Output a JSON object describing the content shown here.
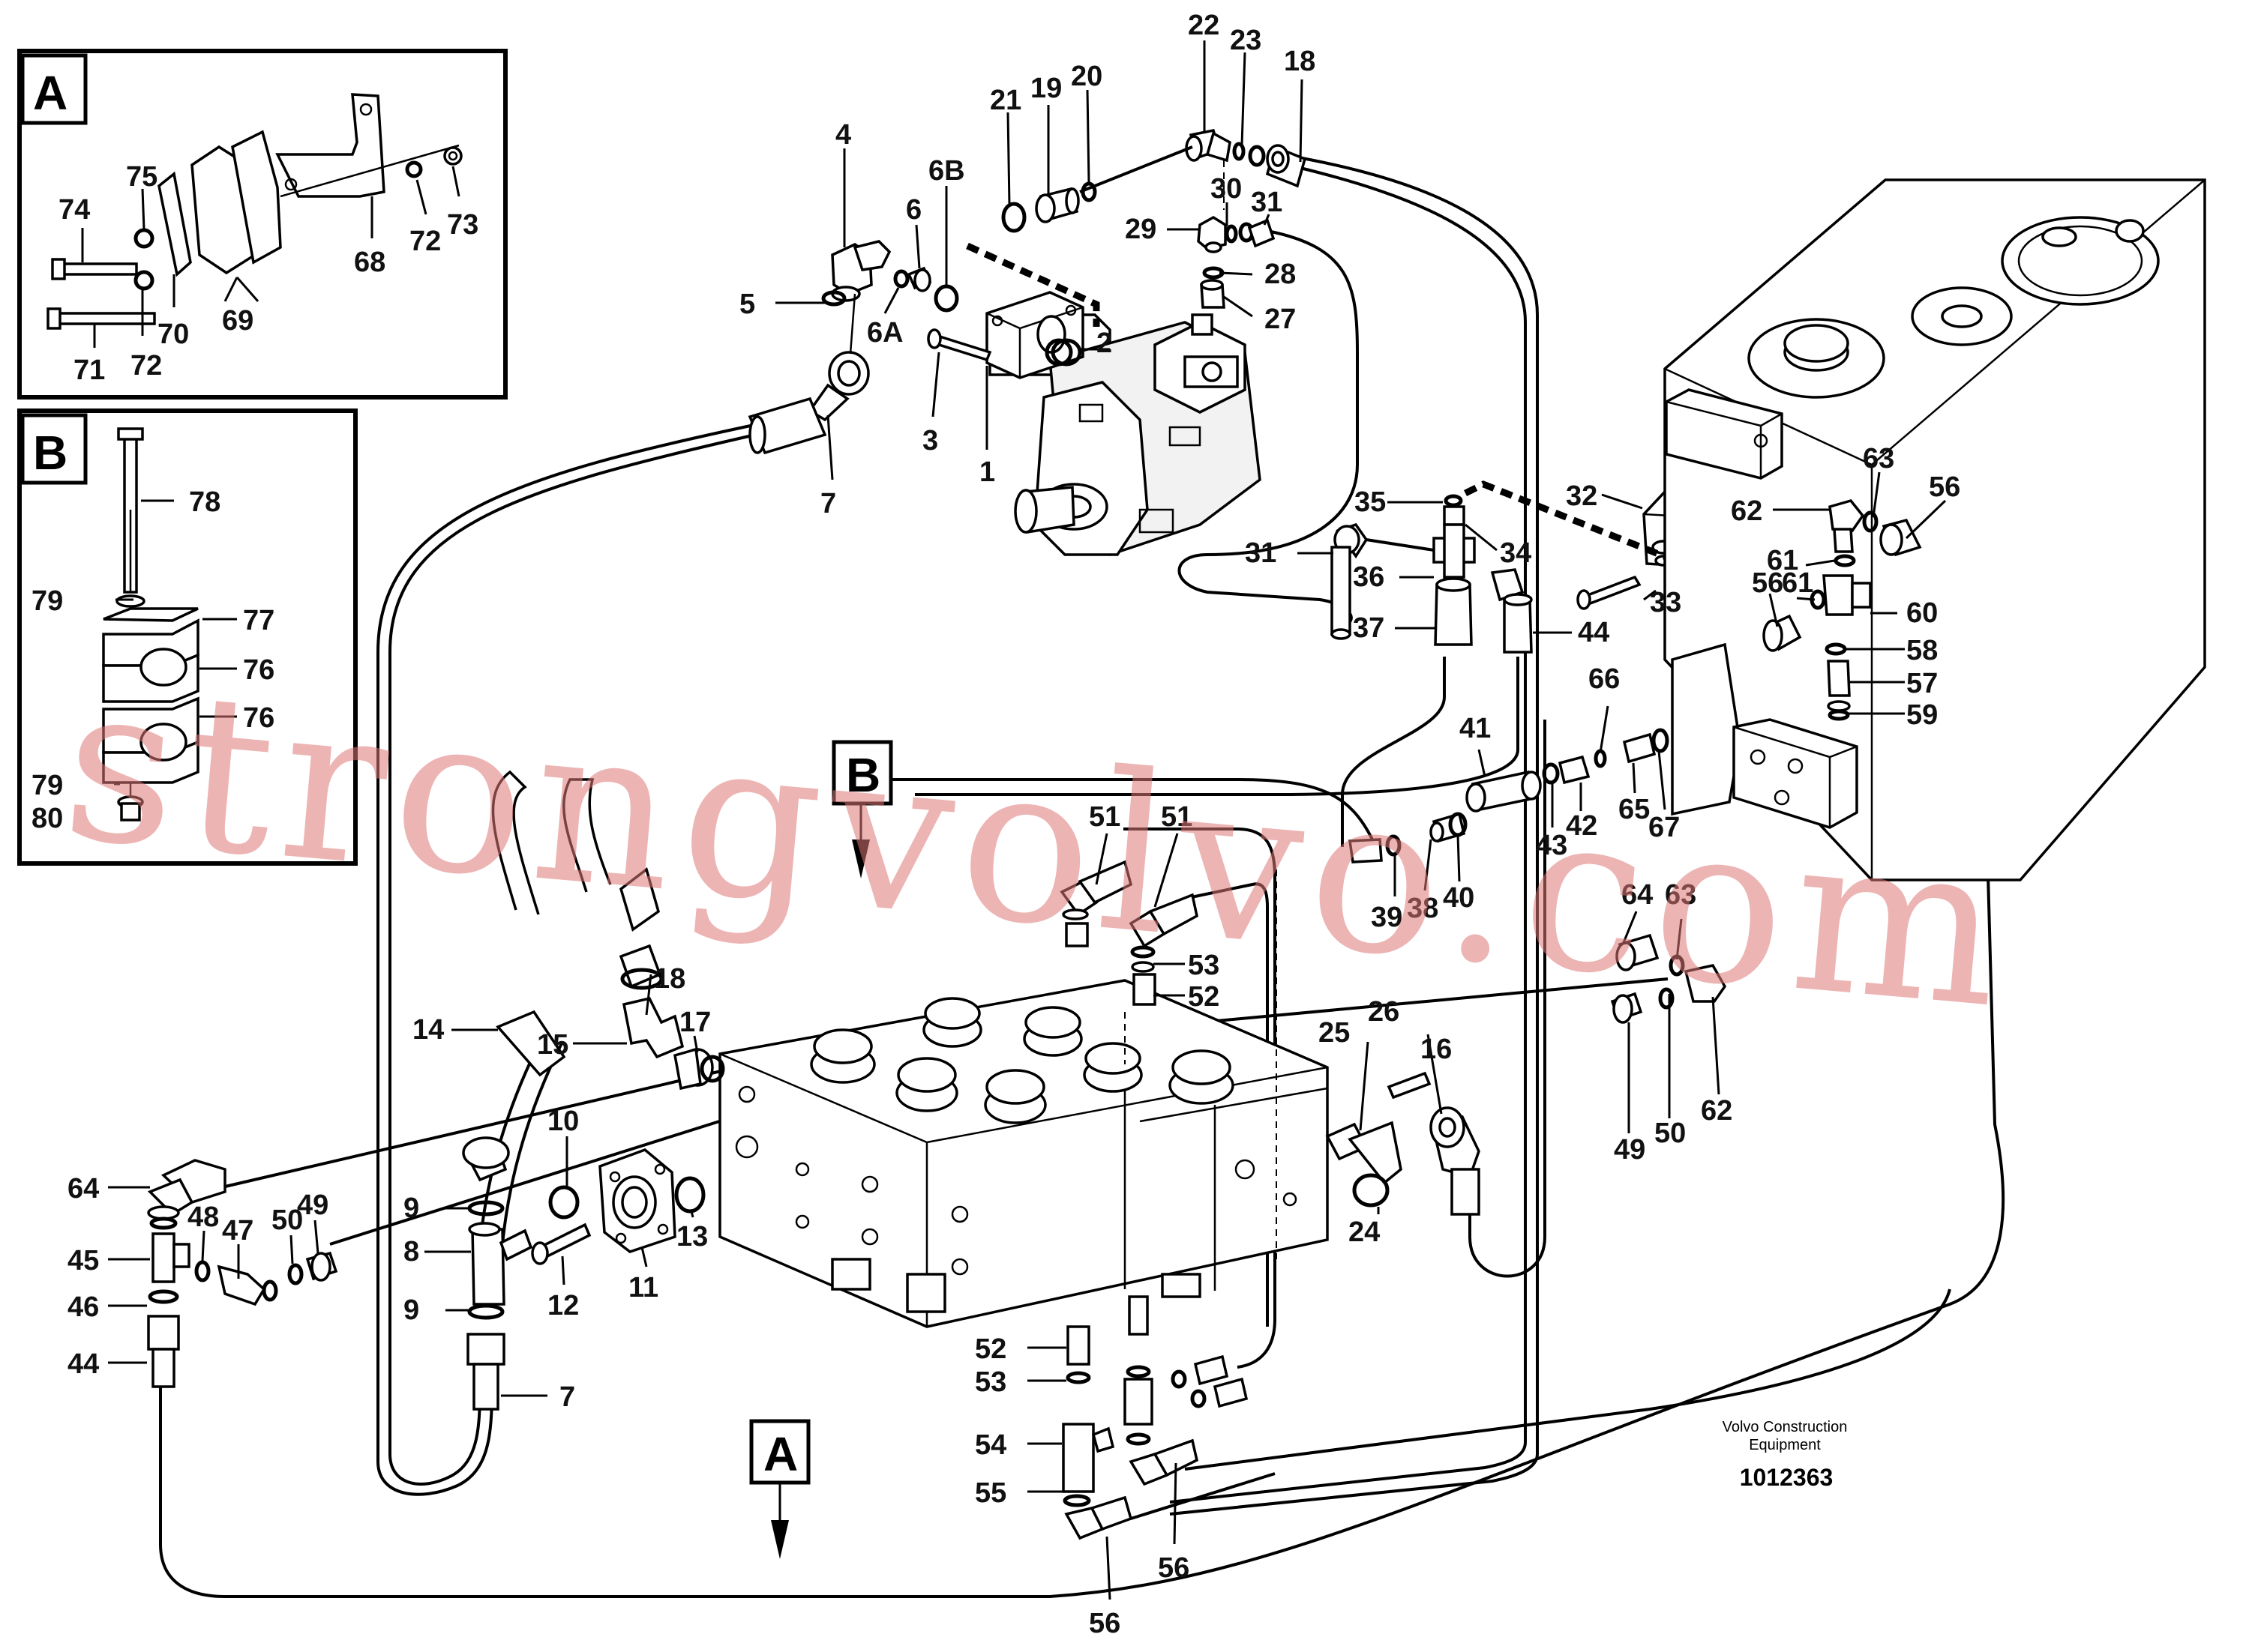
{
  "diagram": {
    "inset_a_letter": "A",
    "inset_b_letter": "B",
    "view_marker_a": "A",
    "view_marker_b": "B",
    "credit_line1": "Volvo Construction",
    "credit_line2": "Equipment",
    "drawing_number": "1012363",
    "watermark": "strongvolvo.com",
    "labels": [
      {
        "id": "l74",
        "text": "74"
      },
      {
        "id": "l75",
        "text": "75"
      },
      {
        "id": "l70",
        "text": "70"
      },
      {
        "id": "l69",
        "text": "69"
      },
      {
        "id": "l68",
        "text": "68"
      },
      {
        "id": "l72a",
        "text": "72"
      },
      {
        "id": "l73",
        "text": "73"
      },
      {
        "id": "l71",
        "text": "71"
      },
      {
        "id": "l72b",
        "text": "72"
      },
      {
        "id": "l78",
        "text": "78"
      },
      {
        "id": "l79a",
        "text": "79"
      },
      {
        "id": "l77",
        "text": "77"
      },
      {
        "id": "l76a",
        "text": "76"
      },
      {
        "id": "l76b",
        "text": "76"
      },
      {
        "id": "l79b",
        "text": "79"
      },
      {
        "id": "l80",
        "text": "80"
      },
      {
        "id": "l4",
        "text": "4"
      },
      {
        "id": "l5",
        "text": "5"
      },
      {
        "id": "l6A",
        "text": "6A"
      },
      {
        "id": "l6",
        "text": "6"
      },
      {
        "id": "l6B",
        "text": "6B"
      },
      {
        "id": "l3",
        "text": "3"
      },
      {
        "id": "l1",
        "text": "1"
      },
      {
        "id": "l2",
        "text": "2"
      },
      {
        "id": "l7a",
        "text": "7"
      },
      {
        "id": "l21",
        "text": "21"
      },
      {
        "id": "l19",
        "text": "19"
      },
      {
        "id": "l20",
        "text": "20"
      },
      {
        "id": "l22",
        "text": "22"
      },
      {
        "id": "l23",
        "text": "23"
      },
      {
        "id": "l18a",
        "text": "18"
      },
      {
        "id": "l30",
        "text": "30"
      },
      {
        "id": "l31a",
        "text": "31"
      },
      {
        "id": "l29",
        "text": "29"
      },
      {
        "id": "l28",
        "text": "28"
      },
      {
        "id": "l27",
        "text": "27"
      },
      {
        "id": "l35",
        "text": "35"
      },
      {
        "id": "l34",
        "text": "34"
      },
      {
        "id": "l31b",
        "text": "31"
      },
      {
        "id": "l36",
        "text": "36"
      },
      {
        "id": "l37",
        "text": "37"
      },
      {
        "id": "l44a",
        "text": "44"
      },
      {
        "id": "l32",
        "text": "32"
      },
      {
        "id": "l33",
        "text": "33"
      },
      {
        "id": "l63a",
        "text": "63"
      },
      {
        "id": "l56a",
        "text": "56"
      },
      {
        "id": "l62a",
        "text": "62"
      },
      {
        "id": "l61a",
        "text": "61"
      },
      {
        "id": "l56b",
        "text": "56"
      },
      {
        "id": "l61b",
        "text": "61"
      },
      {
        "id": "l60",
        "text": "60"
      },
      {
        "id": "l58",
        "text": "58"
      },
      {
        "id": "l57",
        "text": "57"
      },
      {
        "id": "l59",
        "text": "59"
      },
      {
        "id": "l66",
        "text": "66"
      },
      {
        "id": "l41",
        "text": "41"
      },
      {
        "id": "l43",
        "text": "43"
      },
      {
        "id": "l42",
        "text": "42"
      },
      {
        "id": "l65",
        "text": "65"
      },
      {
        "id": "l67",
        "text": "67"
      },
      {
        "id": "l39",
        "text": "39"
      },
      {
        "id": "l38",
        "text": "38"
      },
      {
        "id": "l40",
        "text": "40"
      },
      {
        "id": "l51a",
        "text": "51"
      },
      {
        "id": "l51b",
        "text": "51"
      },
      {
        "id": "l53a",
        "text": "53"
      },
      {
        "id": "l52a",
        "text": "52"
      },
      {
        "id": "l64a",
        "text": "64"
      },
      {
        "id": "l63b",
        "text": "63"
      },
      {
        "id": "l62b",
        "text": "62"
      },
      {
        "id": "l49a",
        "text": "49"
      },
      {
        "id": "l50a",
        "text": "50"
      },
      {
        "id": "l18b",
        "text": "18"
      },
      {
        "id": "l17",
        "text": "17"
      },
      {
        "id": "l14",
        "text": "14"
      },
      {
        "id": "l15",
        "text": "15"
      },
      {
        "id": "l10",
        "text": "10"
      },
      {
        "id": "l9a",
        "text": "9"
      },
      {
        "id": "l8",
        "text": "8"
      },
      {
        "id": "l9b",
        "text": "9"
      },
      {
        "id": "l7b",
        "text": "7"
      },
      {
        "id": "l12",
        "text": "12"
      },
      {
        "id": "l11",
        "text": "11"
      },
      {
        "id": "l13",
        "text": "13"
      },
      {
        "id": "l25",
        "text": "25"
      },
      {
        "id": "l26",
        "text": "26"
      },
      {
        "id": "l16",
        "text": "16"
      },
      {
        "id": "l24",
        "text": "24"
      },
      {
        "id": "l64b",
        "text": "64"
      },
      {
        "id": "l48",
        "text": "48"
      },
      {
        "id": "l47",
        "text": "47"
      },
      {
        "id": "l50b",
        "text": "50"
      },
      {
        "id": "l49b",
        "text": "49"
      },
      {
        "id": "l45",
        "text": "45"
      },
      {
        "id": "l46",
        "text": "46"
      },
      {
        "id": "l44b",
        "text": "44"
      },
      {
        "id": "l52b",
        "text": "52"
      },
      {
        "id": "l53b",
        "text": "53"
      },
      {
        "id": "l54",
        "text": "54"
      },
      {
        "id": "l55",
        "text": "55"
      },
      {
        "id": "l56c",
        "text": "56"
      },
      {
        "id": "l56d",
        "text": "56"
      }
    ]
  }
}
